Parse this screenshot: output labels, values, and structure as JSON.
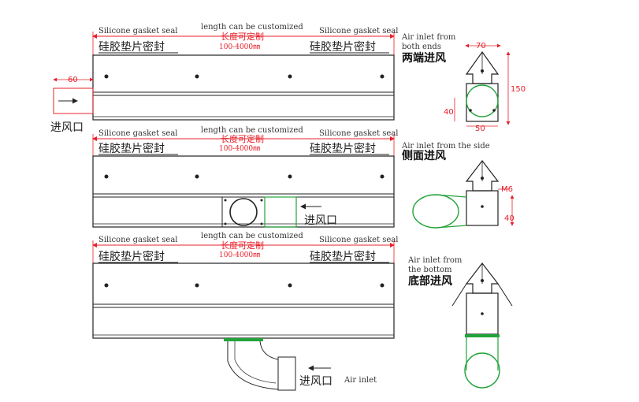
{
  "colors": {
    "dimension": "#e8202a",
    "inlet": "#22a33a",
    "outline": "#222222"
  },
  "common": {
    "seal_en": "Silicone gasket seal",
    "seal_cn": "硅胶垫片密封",
    "length_en": "length can be customized",
    "length_cn": "长度可定制",
    "length_range": "100-4000㎜"
  },
  "row1": {
    "mode_en_line1": "Air inlet from",
    "mode_en_line2": "both ends",
    "mode_cn": "两端进风",
    "inlet_dim": "60",
    "inlet_label": "进风口",
    "section_dims": {
      "top": "70",
      "height": "150",
      "inlet": "40",
      "bottom": "50"
    }
  },
  "row2": {
    "mode_en": "Air inlet from the side",
    "mode_cn": "侧面进风",
    "inlet_label": "进风口",
    "section_dims": {
      "bolt": "M6",
      "inlet": "40"
    }
  },
  "row3": {
    "mode_en_line1": "Air inlet from",
    "mode_en_line2": "the bottom",
    "mode_cn": "底部进风",
    "inlet_label": "进风口",
    "inlet_en": "Air inlet"
  }
}
